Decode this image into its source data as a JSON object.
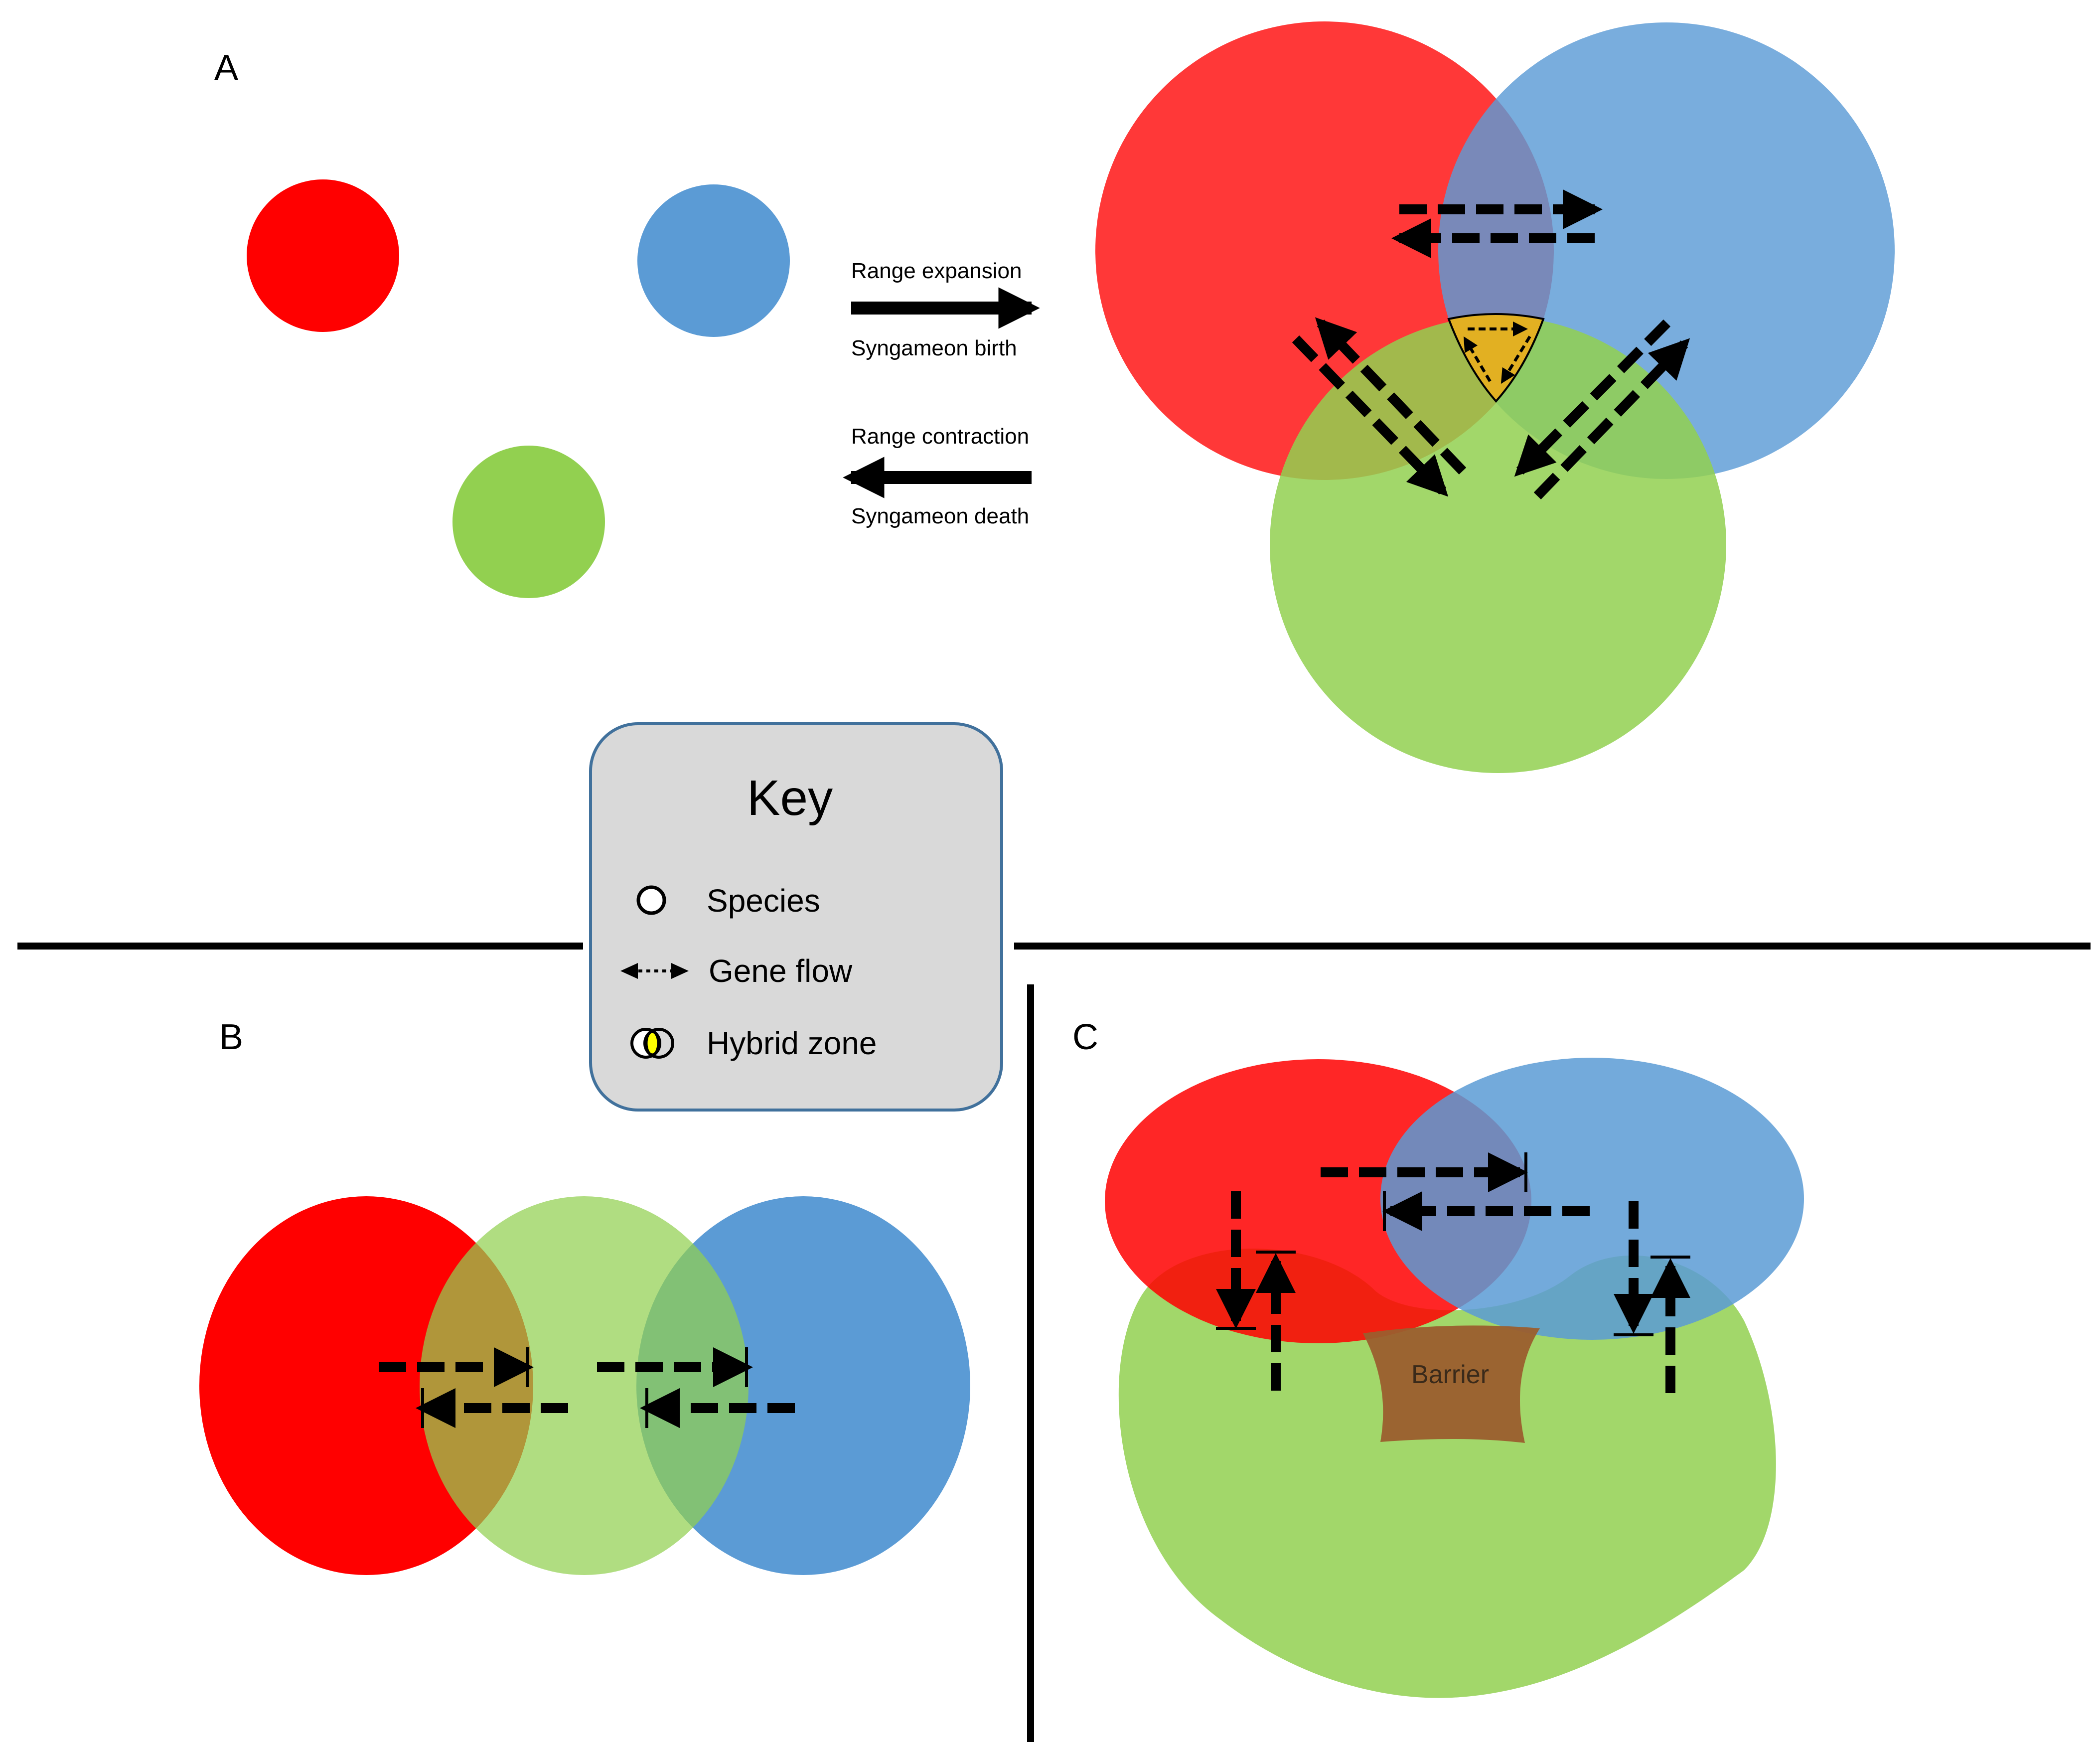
{
  "panels": {
    "a": "A",
    "b": "B",
    "c": "C"
  },
  "transitions": {
    "expansion_top": "Range expansion",
    "expansion_bottom": "Syngameon birth",
    "contraction_top": "Range contraction",
    "contraction_bottom": "Syngameon death"
  },
  "key": {
    "title": "Key",
    "species": "Species",
    "gene_flow": "Gene flow",
    "hybrid_zone": "Hybrid zone"
  },
  "barrier_label": "Barrier",
  "colors": {
    "species_red": "#ff0000",
    "species_blue": "#5b9bd5",
    "species_green": "#92d050",
    "hybrid_zone": "#e2b022",
    "barrier": "#9b5e2e",
    "key_fill": "#d9d9d9",
    "key_border": "#41719c"
  },
  "icons": {
    "species": "species-circle-icon",
    "gene_flow": "gene-flow-arrow-icon",
    "hybrid_zone": "hybrid-zone-icon"
  }
}
